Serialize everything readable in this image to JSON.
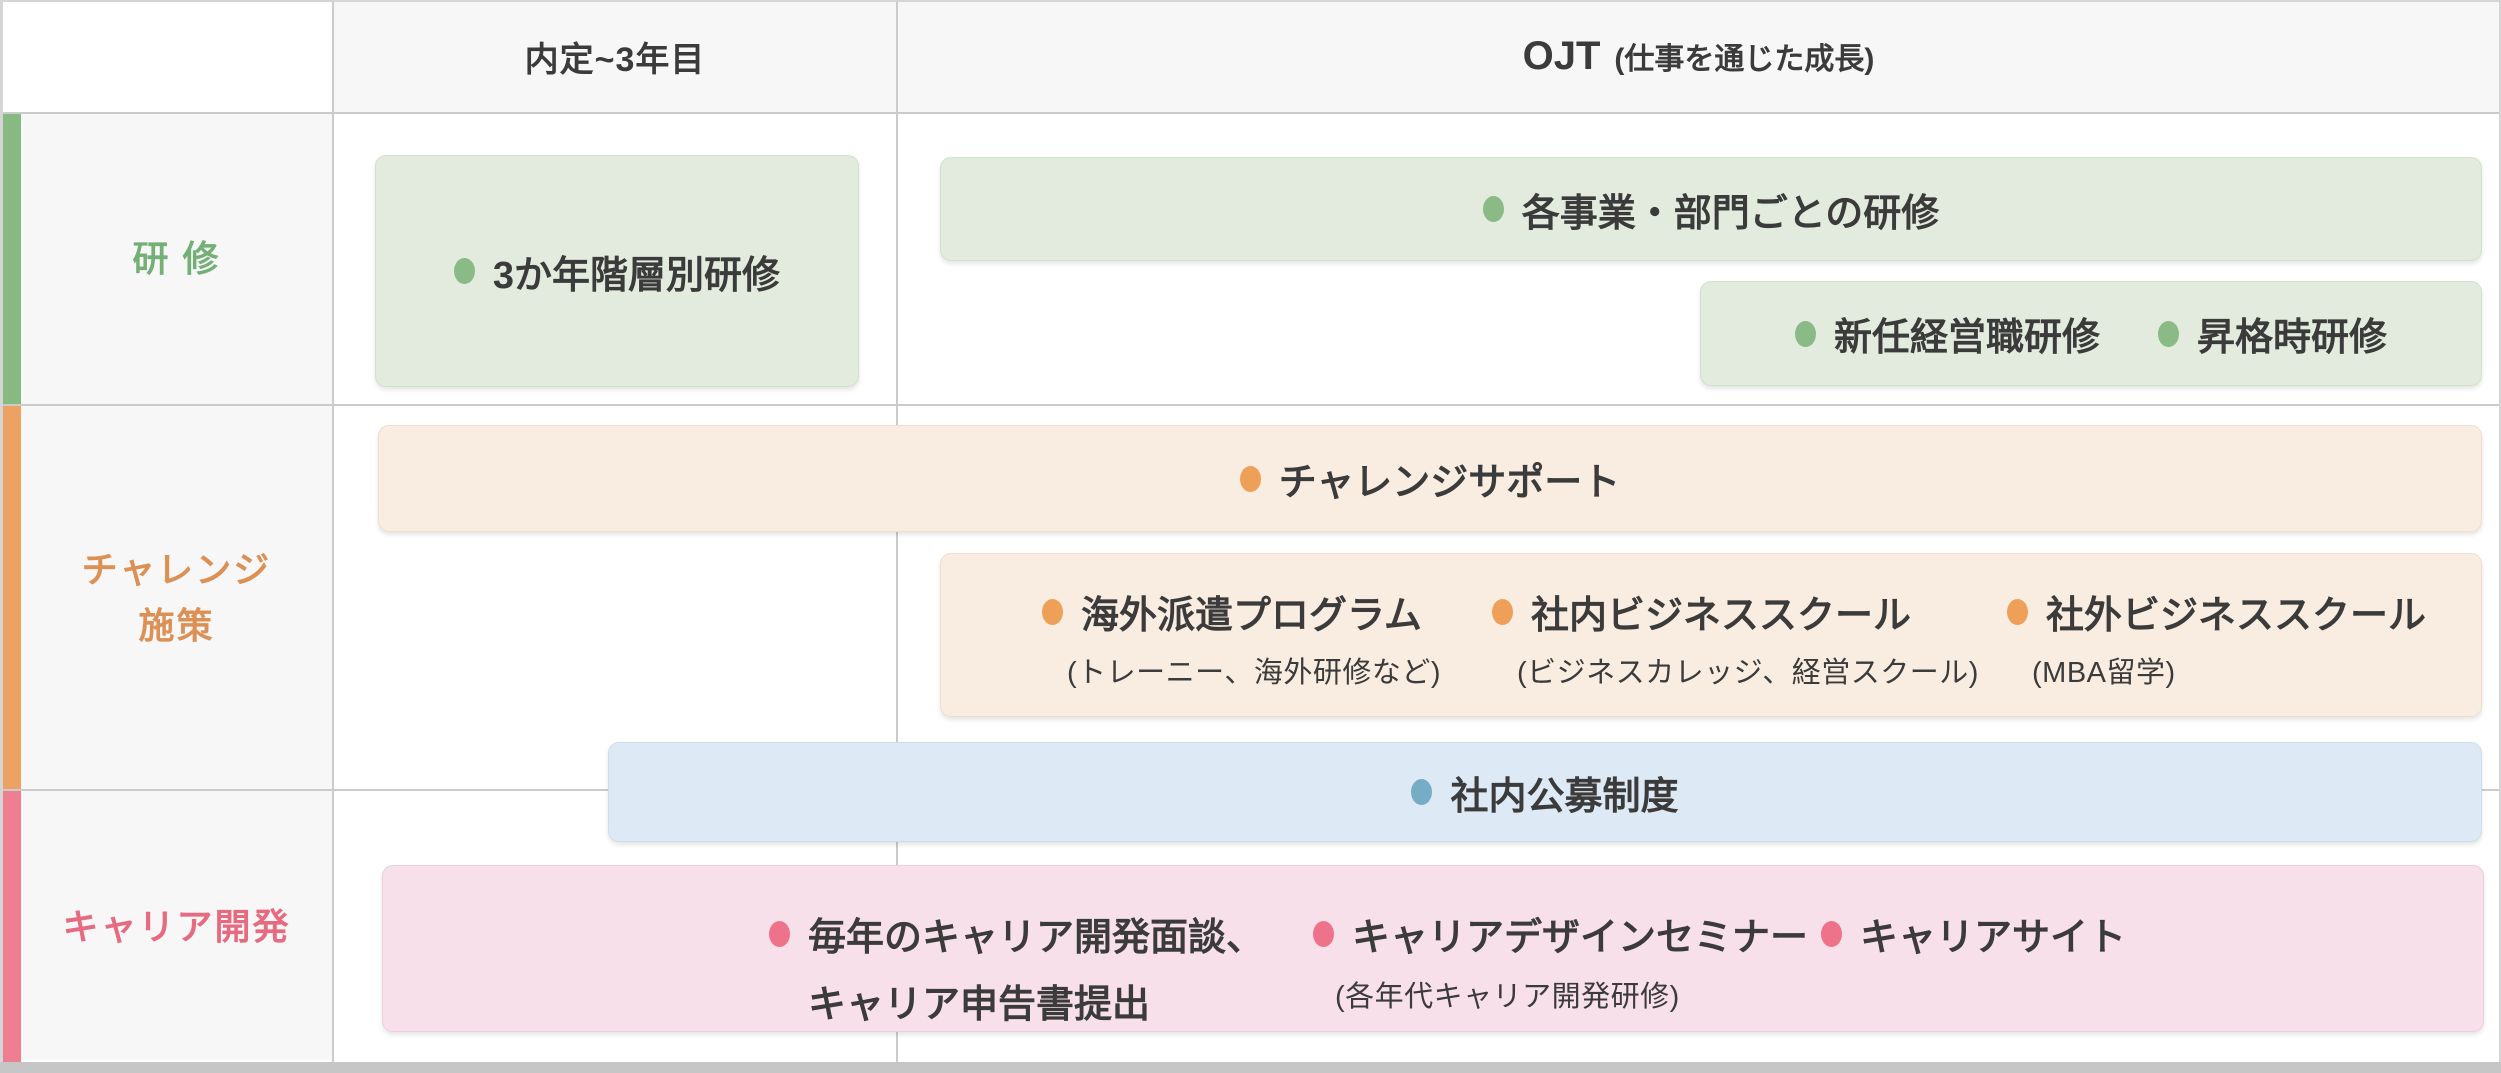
{
  "header": {
    "stage_early": "内定~3年目",
    "stage_ojt": "OJT",
    "stage_ojt_note": "(仕事を通じた成長)"
  },
  "rows": {
    "training": {
      "label": "研 修"
    },
    "challenge": {
      "label_line1": "チャレンジ",
      "label_line2": "施策"
    },
    "career": {
      "label": "キャリア開発"
    }
  },
  "boxes": {
    "three_year_training": {
      "label": "3か年階層別研修"
    },
    "division_training": {
      "label": "各事業・部門ごとの研修"
    },
    "promotion_trainings": {
      "items": [
        "新任経営職研修",
        "昇格時研修"
      ]
    },
    "challenge_support": {
      "label": "チャレンジサポート"
    },
    "challenge_programs": {
      "items": [
        {
          "title": "海外派遣プログラム",
          "note": "(トレーニー、海外研修など)"
        },
        {
          "title": "社内ビジネススクール",
          "note": "(ビジネスカレッジ、経営スクール)"
        },
        {
          "title": "社外ビジネススクール",
          "note": "(MBA留学)"
        }
      ]
    },
    "internal_job_posting": {
      "label": "社内公募制度"
    },
    "career_development": {
      "items": [
        {
          "title_line1": "毎年のキャリア開発面談、",
          "title_line2": "キャリア申告書提出"
        },
        {
          "title": "キャリアデザインセミナー",
          "note": "(各年代キャリア開発研修)"
        },
        {
          "title": "キャリアサイト"
        }
      ]
    }
  },
  "colors": {
    "training_green": "#87ba81",
    "challenge_orange": "#eda263",
    "career_pink": "#ef7e91",
    "posting_blue": "#76adc6",
    "grid_line": "#cbcbcb",
    "label_cell_bg": "#f7f7f7",
    "green_box_bg": "#e2ebde",
    "orange_box_bg": "#f9ede1",
    "blue_box_bg": "#dde9f4",
    "pink_box_bg": "#f8e0eb"
  }
}
